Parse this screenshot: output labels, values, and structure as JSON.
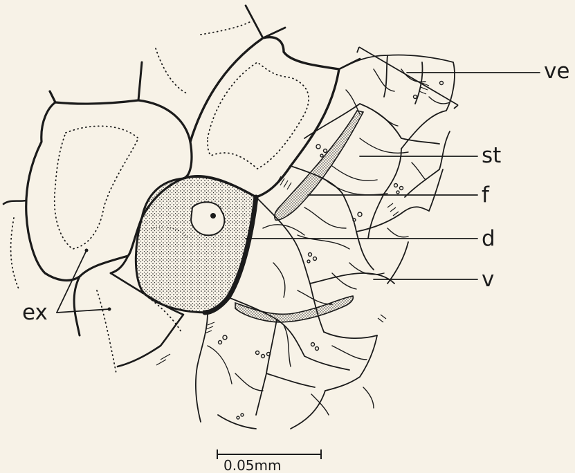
{
  "figure": {
    "background": "#f7f2e7",
    "ink": "#1b1b1b",
    "labels": {
      "ve": "ve",
      "st": "st",
      "f": "f",
      "d": "d",
      "v": "v",
      "ex": "ex"
    },
    "scale_bar": {
      "text": "0.05mm"
    }
  }
}
